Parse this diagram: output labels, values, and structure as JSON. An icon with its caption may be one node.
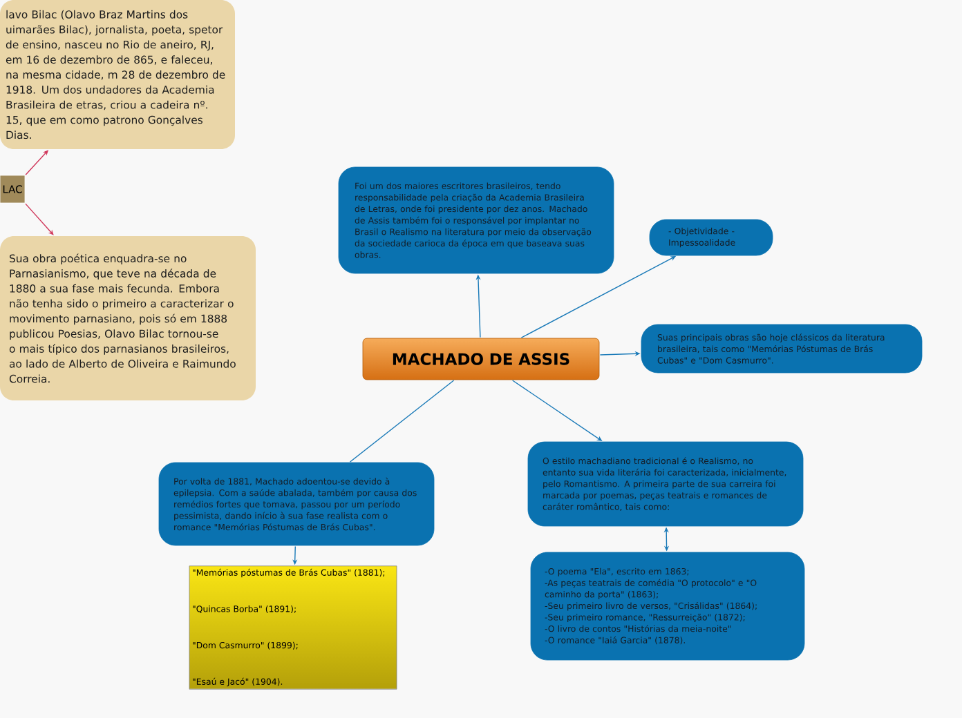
{
  "diagram": {
    "nodes": [
      {
        "text": [
          "MACHADO DE ASSIS"
        ]
      },
      {
        "text": [
          "Foi um dos maiores escritores brasileiros, tendo responsabilidade pela criação da Academia Brasileira de Letras, onde foi presidente por dez anos. Machado de Assis também foi o responsável por implantar no Brasil o Realismo na literatura por meio da observação da sociedade carioca da época em que baseava suas obras."
        ]
      },
      {
        "text": [
          "- Objetividade - Impessoalidade"
        ]
      },
      {
        "text": [
          "Suas principais obras são hoje clássicos da literatura brasileira, tais como \"Memórias Póstumas de Brás Cubas\" e \"Dom Casmurro\"."
        ]
      },
      {
        "text": [
          "O estilo machadiano tradicional é o Realismo, no entanto sua vida literária foi caracterizada, inicialmente, pelo Romantismo. A primeira parte de sua carreira foi marcada por poemas, peças teatrais e romances de caráter romântico, tais como:"
        ]
      },
      {
        "text": [
          "-O poema \"Ela\", escrito em 1863;",
          "-As peças teatrais de comédia \"O protocolo\" e \"O caminho da porta\" (1863);",
          "-Seu primeiro livro de versos, \"Crisálidas\" (1864);",
          "-Seu primeiro romance, \"Ressurreição\" (1872);",
          "-O livro de contos \"Histórias da meia-noite\"",
          "-O romance \"Iaiá Garcia\" (1878)."
        ]
      },
      {
        "text": [
          "Por volta de 1881, Machado adoentou-se devido à epilepsia. Com a saúde abalada, também por causa dos remédios fortes que tomava, passou por um período pessimista, dando início à sua fase realista com o romance \"Memórias Póstumas de Brás Cubas\"."
        ]
      },
      {
        "text": [
          "\"Memórias póstumas de Brás Cubas\" (1881);",
          "\"Quincas Borba\" (1891);",
          "\"Dom Casmurro\" (1899);",
          "\"Esaú e Jacó\" (1904)."
        ]
      },
      {
        "text": [
          "LAC"
        ]
      },
      {
        "text": [
          "lavo Bilac (Olavo Braz Martins dos uimarães Bilac), jornalista, poeta, spetor de ensino, nasceu no Rio de aneiro, RJ, em 16 de dezembro de 865, e faleceu, na mesma cidade, m 28 de dezembro de 1918. Um dos undadores da Academia Brasileira de etras, criou a cadeira nº. 15, que em como patrono Gonçalves Dias."
        ]
      },
      {
        "text": [
          "Sua obra poética enquadra-se no Parnasianismo, que teve na década de 1880 a sua fase mais fecunda. Embora não tenha sido o primeiro a caracterizar o movimento parnasiano, pois só em 1888 publicou Poesias, Olavo Bilac tornou-se o mais típico dos parnasianos brasileiros, ao lado de Alberto de Oliveira e Raimundo Correia."
        ]
      }
    ],
    "edges": [
      {
        "from": 0,
        "to": 1,
        "arrow": "to"
      },
      {
        "from": 0,
        "to": 2,
        "arrow": "to"
      },
      {
        "from": 0,
        "to": 3,
        "arrow": "to"
      },
      {
        "from": 0,
        "to": 4,
        "arrow": "to"
      },
      {
        "from": 4,
        "to": 5,
        "arrow": "both"
      },
      {
        "from": 0,
        "to": 6,
        "arrow": "none"
      },
      {
        "from": 6,
        "to": 7,
        "arrow": "to"
      },
      {
        "from": 8,
        "to": 9,
        "arrow": "to",
        "color": "#d0365a"
      },
      {
        "from": 8,
        "to": 10,
        "arrow": "to",
        "color": "#d0365a"
      }
    ]
  }
}
